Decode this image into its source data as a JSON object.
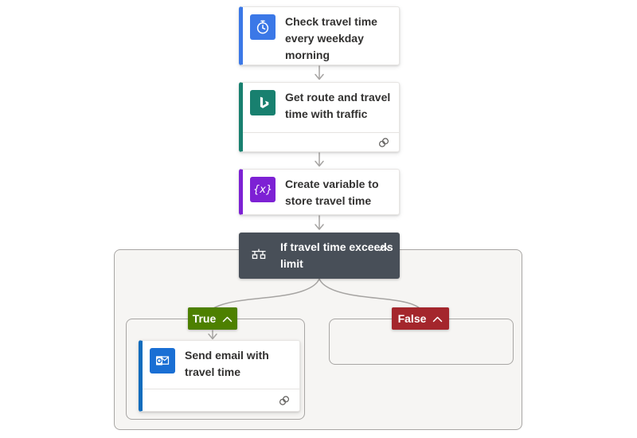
{
  "app": {
    "name": "flow-designer-canvas"
  },
  "steps": [
    {
      "title": "Check travel time every weekday morning",
      "icon": "recurrence-clock-icon",
      "accent_color": "#3b78e7"
    },
    {
      "title": "Get route and travel time with traffic",
      "icon": "bing-maps-icon",
      "accent_color": "#18806f",
      "footer_icon": "connection-link-icon"
    },
    {
      "title": "Create variable to store travel time",
      "icon": "variable-icon",
      "accent_color": "#7d21d4",
      "variable_glyph": "{x}"
    }
  ],
  "condition": {
    "title": "If travel time exceeds limit",
    "background_color": "#484f58",
    "icon": "condition-balance-icon",
    "collapse_icon": "chevron-up-icon"
  },
  "branches": {
    "true_branch": {
      "label": "True",
      "color": "#4d8000",
      "collapse_icon": "chevron-up-icon"
    },
    "false_branch": {
      "label": "False",
      "color": "#a4262c",
      "collapse_icon": "chevron-up-icon"
    }
  },
  "true_steps": [
    {
      "title": "Send email with travel time",
      "icon": "outlook-icon",
      "accent_color": "#0f6cbd",
      "footer_icon": "connection-link-icon"
    }
  ],
  "connector_color": "#a6a4a2"
}
